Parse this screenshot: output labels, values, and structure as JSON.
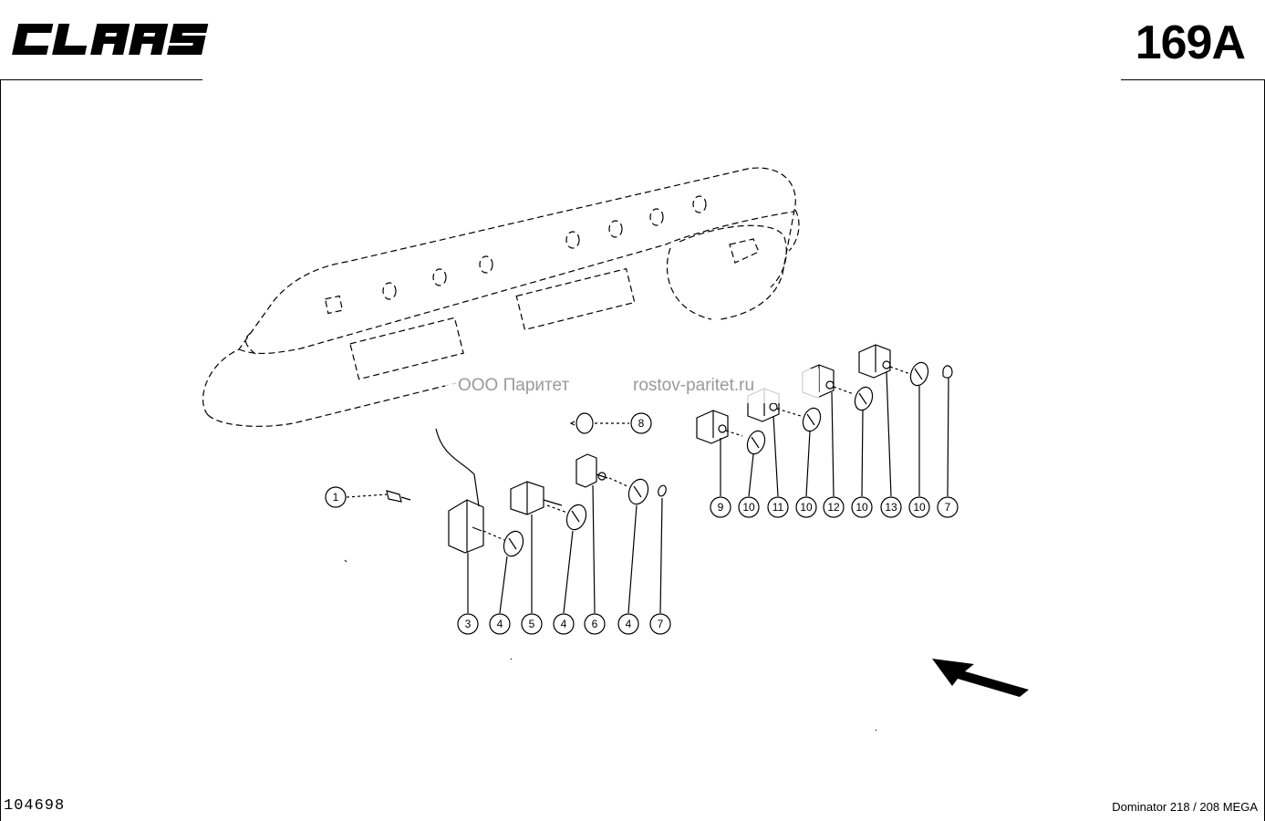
{
  "header": {
    "brand": "CLAAS",
    "page_number": "169A"
  },
  "footer": {
    "drawing_number": "104698",
    "model": "Dominator 218 / 208 MEGA"
  },
  "watermark": {
    "company": "ООО Паритет",
    "site": "rostov-paritet.ru"
  },
  "callouts": [
    "1",
    "3",
    "4",
    "5",
    "4",
    "6",
    "4",
    "7",
    "8",
    "9",
    "10",
    "11",
    "10",
    "12",
    "10",
    "13",
    "10",
    "7"
  ]
}
